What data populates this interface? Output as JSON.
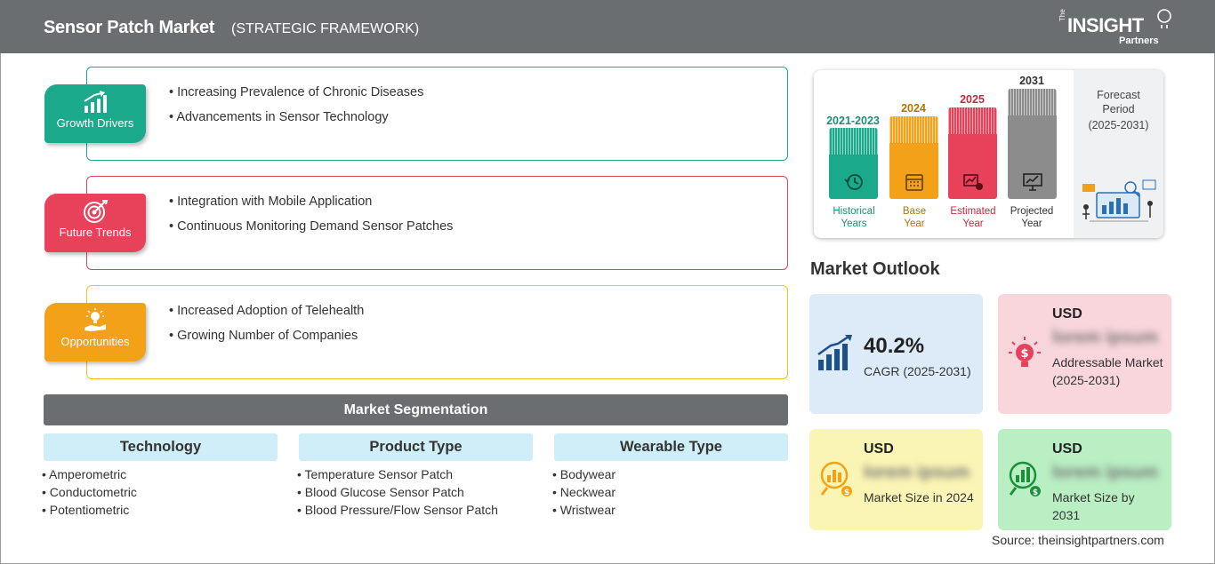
{
  "header": {
    "title": "Sensor Patch Market",
    "subtitle": "(STRATEGIC FRAMEWORK)",
    "logo_the": "The",
    "logo_insight": "INSIGHT",
    "logo_partners": "Partners"
  },
  "colors": {
    "growth": "#1aa98a",
    "trends": "#e8415a",
    "opportunities": "#f4a11a",
    "header": "#6b6e71"
  },
  "factors": [
    {
      "label": "Growth Drivers",
      "icon": "bar-chart-growth-icon",
      "items": [
        "Increasing Prevalence of Chronic Diseases",
        "Advancements in Sensor Technology"
      ]
    },
    {
      "label": "Future Trends",
      "icon": "target-icon",
      "items": [
        "Integration with Mobile Application",
        "Continuous Monitoring Demand Sensor Patches"
      ]
    },
    {
      "label": "Opportunities",
      "icon": "lightbulb-hand-icon",
      "items": [
        "Increased Adoption of Telehealth",
        "Growing Number of Companies"
      ]
    }
  ],
  "segmentation": {
    "title": "Market Segmentation",
    "columns": [
      {
        "heading": "Technology",
        "items": [
          "Amperometric",
          "Conductometric",
          "Potentiometric"
        ]
      },
      {
        "heading": "Product Type",
        "items": [
          "Temperature Sensor Patch",
          "Blood Glucose Sensor Patch",
          "Blood Pressure/Flow Sensor Patch"
        ]
      },
      {
        "heading": "Wearable Type",
        "items": [
          "Bodywear",
          "Neckwear",
          "Wristwear"
        ]
      }
    ]
  },
  "timeline": {
    "bars": [
      {
        "year": "2021-2023",
        "caption_1": "Historical",
        "caption_2": "Years",
        "color": "#1aa98a"
      },
      {
        "year": "2024",
        "caption_1": "Base",
        "caption_2": "Year",
        "color": "#f4a11a"
      },
      {
        "year": "2025",
        "caption_1": "Estimated",
        "caption_2": "Year",
        "color": "#e8415a"
      },
      {
        "year": "2031",
        "caption_1": "Projected",
        "caption_2": "Year",
        "color": "#8c8c8c"
      }
    ],
    "forecast_1": "Forecast",
    "forecast_2": "Period",
    "forecast_3": "(2025-2031)"
  },
  "outlook": {
    "title": "Market Outlook",
    "cagr_value": "40.2%",
    "cagr_label": "CAGR (2025-2031)",
    "addressable_usd": "USD",
    "addressable_value": "lorem ipsum",
    "addressable_label": "Addressable Market (2025-2031)",
    "size2024_usd": "USD",
    "size2024_value": "lorem ipsum",
    "size2024_label": "Market Size in 2024",
    "size2031_usd": "USD",
    "size2031_value": "lorem ipsum",
    "size2031_label": "Market Size by 2031"
  },
  "source": "Source: theinsightpartners.com"
}
